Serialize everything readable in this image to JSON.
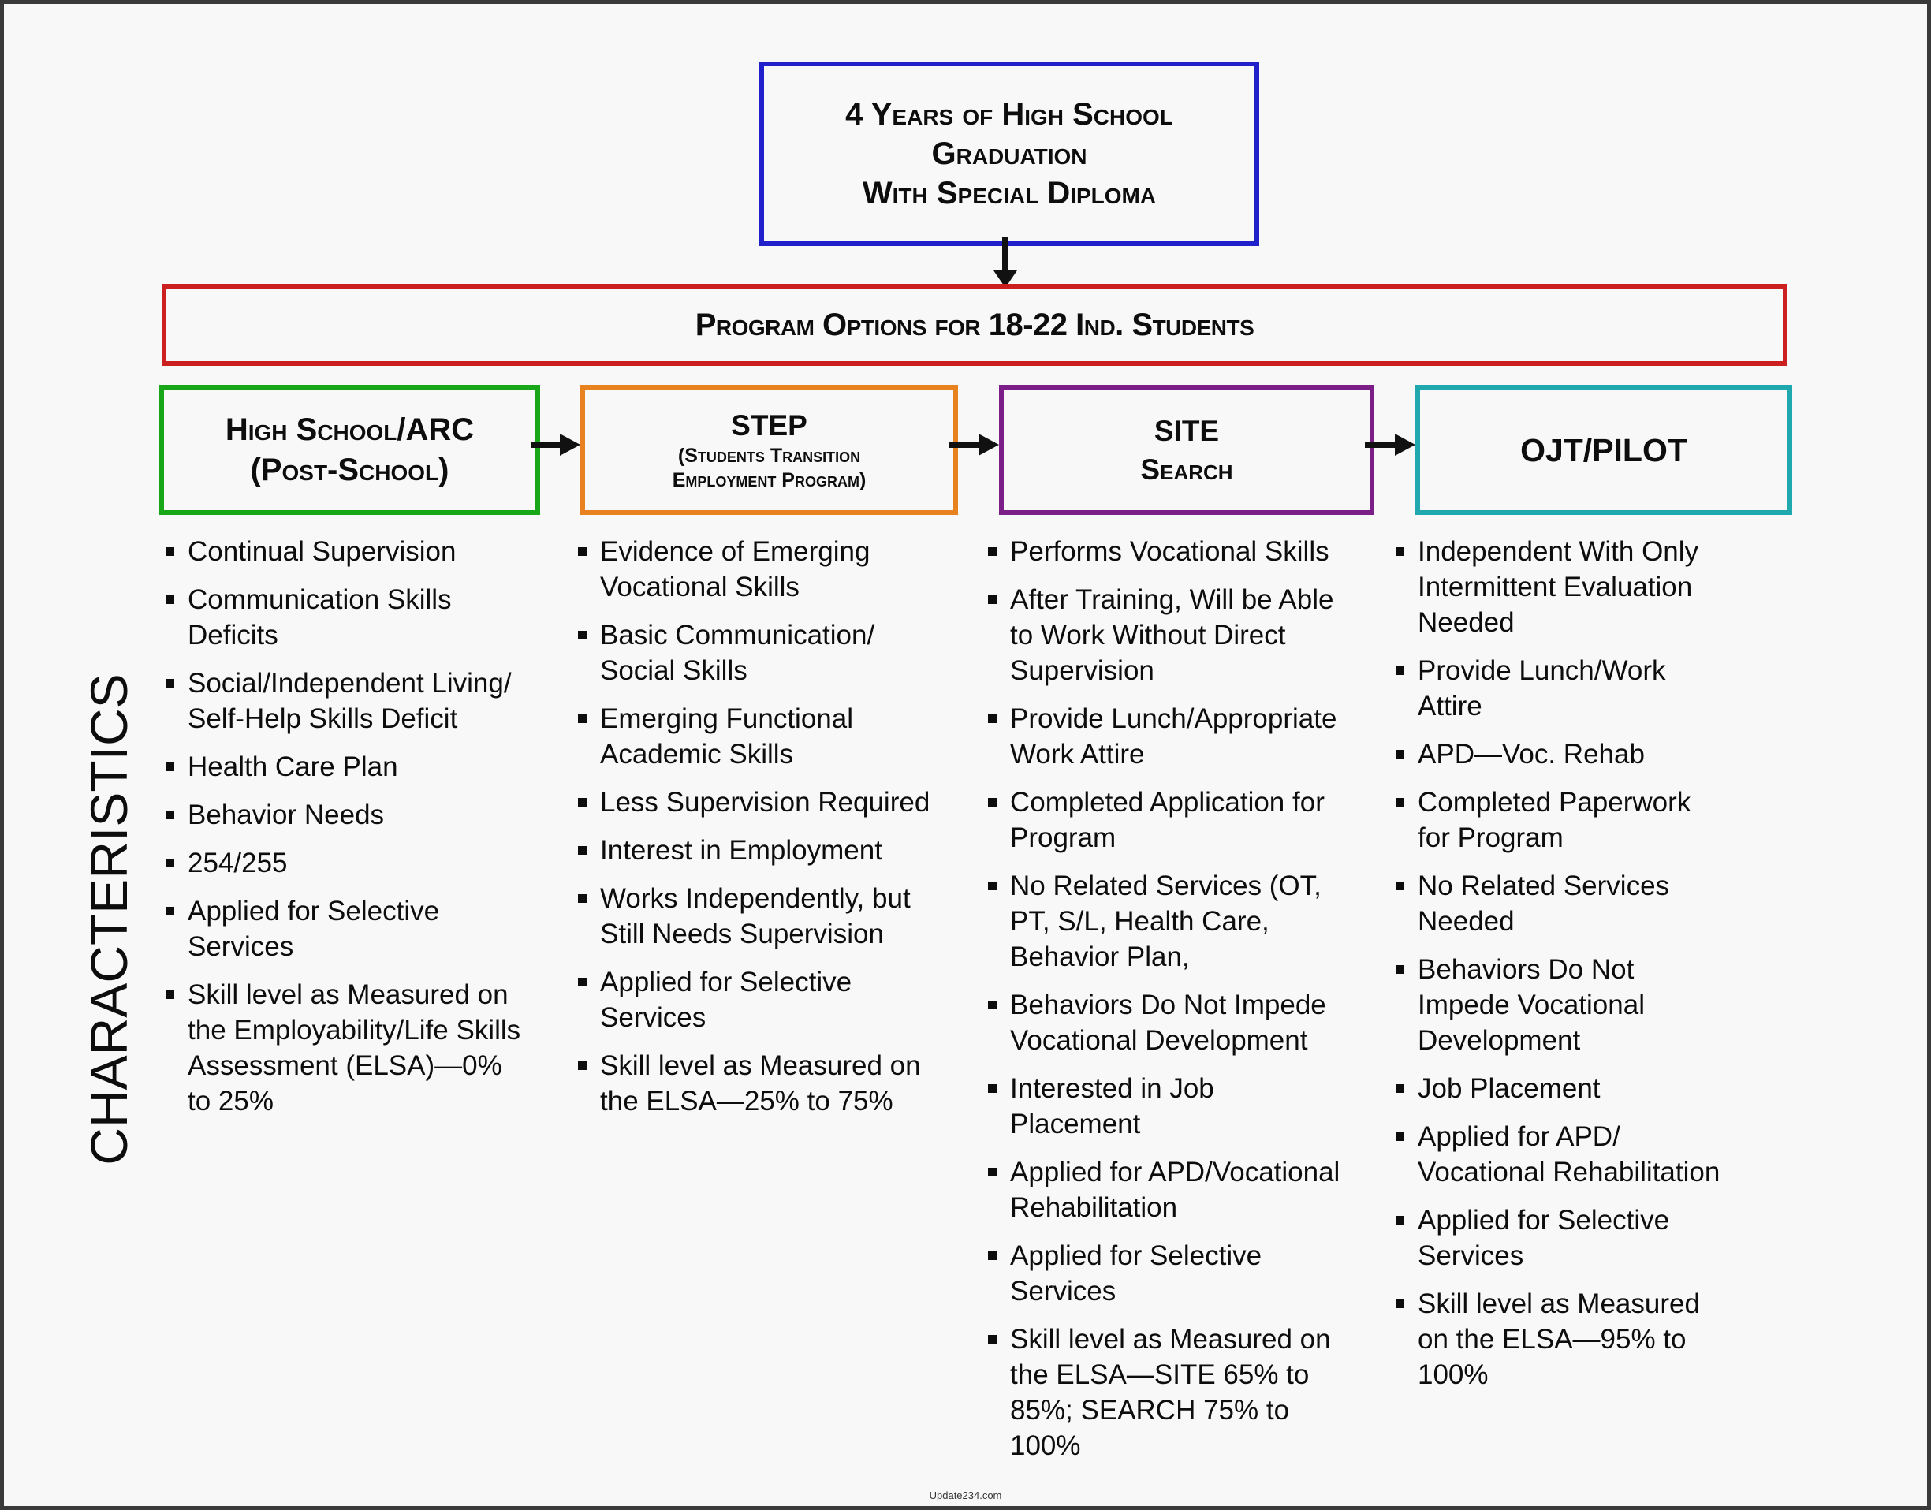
{
  "page": {
    "background": "#f8f8f8",
    "frame_color": "#3a3a3a",
    "watermark": "Update234.com"
  },
  "flow": {
    "top_box": {
      "border_color": "#2121cc",
      "lines": [
        "4 Years of High School",
        "Graduation",
        "With Special Diploma"
      ]
    },
    "program_box": {
      "border_color": "#cc1f1f",
      "label": "Program Options for 18-22 Ind. Students"
    },
    "side_label": "CHARACTERISTICS"
  },
  "columns": [
    {
      "key": "high-school-arc",
      "accent": "#18a718",
      "title_lines": [
        "High School/ARC",
        "(Post-School)"
      ],
      "subtitle_lines": [],
      "bullets": [
        "Continual Supervision",
        "Communication Skills Deficits",
        "Social/Independent Living/ Self-Help Skills Deficit",
        "Health Care Plan",
        "Behavior Needs",
        "254/255",
        "Applied for Selective Services",
        "Skill level as Measured on the Employability/Life Skills Assessment (ELSA)—0% to 25%"
      ]
    },
    {
      "key": "step",
      "accent": "#e8821e",
      "title_lines": [
        "STEP"
      ],
      "subtitle_lines": [
        "(Students Transition",
        "Employment Program)"
      ],
      "bullets": [
        "Evidence of Emerging Vocational Skills",
        "Basic Communication/ Social Skills",
        "Emerging Functional Academic Skills",
        "Less Supervision Required",
        "Interest in Employment",
        "Works Independently, but Still Needs Supervision",
        "Applied for Selective Services",
        "Skill level as Measured on the ELSA—25% to 75%"
      ]
    },
    {
      "key": "site-search",
      "accent": "#7b1e87",
      "title_lines": [
        "SITE",
        "Search"
      ],
      "subtitle_lines": [],
      "bullets": [
        "Performs Vocational Skills",
        "After Training, Will be Able to Work Without Direct Supervision",
        "Provide Lunch/Appropriate Work Attire",
        "Completed Application for Program",
        "No Related Services (OT, PT, S/L, Health Care, Behavior Plan,",
        "Behaviors Do Not Impede Vocational Development",
        "Interested in Job Placement",
        "Applied for APD/Vocational Rehabilitation",
        "Applied for Selective Services",
        "Skill level as Measured on the ELSA—SITE 65% to 85%; SEARCH 75% to 100%"
      ]
    },
    {
      "key": "ojt-pilot",
      "accent": "#1fa9ae",
      "title_lines": [
        "OJT/PILOT"
      ],
      "subtitle_lines": [],
      "bullets": [
        "Independent With Only Intermittent Evaluation Needed",
        "Provide Lunch/Work Attire",
        "APD—Voc. Rehab",
        "Completed Paperwork for Program",
        "No Related Services Needed",
        "Behaviors Do Not Impede Vocational Development",
        "Job Placement",
        "Applied for APD/ Vocational Rehabilitation",
        "Applied for Selective Services",
        "Skill level as Measured on the ELSA—95% to 100%"
      ]
    }
  ]
}
